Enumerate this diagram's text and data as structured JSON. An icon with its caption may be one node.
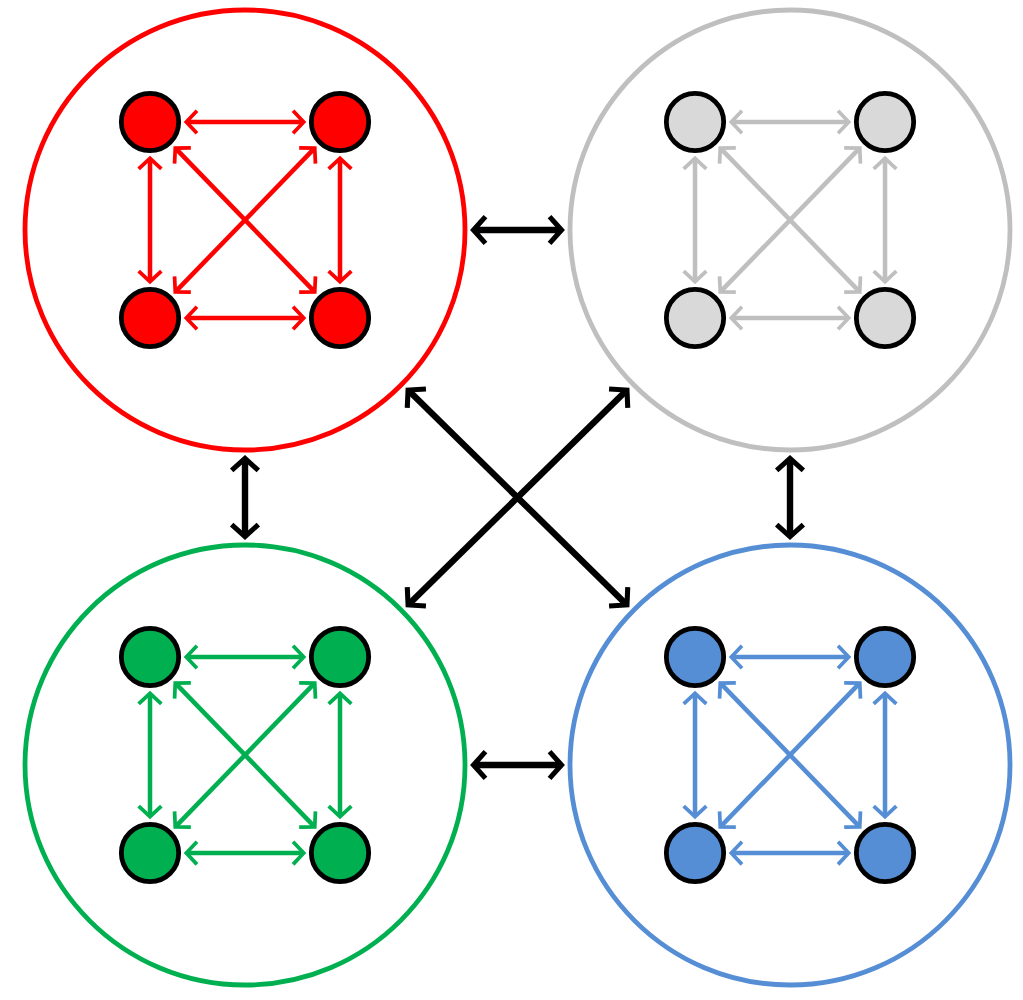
{
  "diagram": {
    "nodes": [
      {
        "text": [],
        "shape": "circle"
      },
      {
        "text": [],
        "shape": "circle",
        "in": 0
      },
      {
        "text": [],
        "shape": "circle",
        "in": 0
      },
      {
        "text": [],
        "shape": "circle",
        "in": 0
      },
      {
        "text": [],
        "shape": "circle",
        "in": 0
      },
      {
        "text": [],
        "shape": "circle"
      },
      {
        "text": [],
        "shape": "circle",
        "in": 5
      },
      {
        "text": [],
        "shape": "circle",
        "in": 5
      },
      {
        "text": [],
        "shape": "circle",
        "in": 5
      },
      {
        "text": [],
        "shape": "circle",
        "in": 5
      },
      {
        "text": [],
        "shape": "circle"
      },
      {
        "text": [],
        "shape": "circle",
        "in": 10
      },
      {
        "text": [],
        "shape": "circle",
        "in": 10
      },
      {
        "text": [],
        "shape": "circle",
        "in": 10
      },
      {
        "text": [],
        "shape": "circle",
        "in": 10
      },
      {
        "text": [],
        "shape": "circle"
      },
      {
        "text": [],
        "shape": "circle",
        "in": 15
      },
      {
        "text": [],
        "shape": "circle",
        "in": 15
      },
      {
        "text": [],
        "shape": "circle",
        "in": 15
      },
      {
        "text": [],
        "shape": "circle",
        "in": 15
      }
    ],
    "edges": [
      {
        "from": 1,
        "to": 2,
        "arrow": "both",
        "color": "#ff0000"
      },
      {
        "from": 1,
        "to": 3,
        "arrow": "both",
        "color": "#ff0000"
      },
      {
        "from": 1,
        "to": 4,
        "arrow": "both",
        "color": "#ff0000"
      },
      {
        "from": 2,
        "to": 3,
        "arrow": "both",
        "color": "#ff0000"
      },
      {
        "from": 2,
        "to": 4,
        "arrow": "both",
        "color": "#ff0000"
      },
      {
        "from": 3,
        "to": 4,
        "arrow": "both",
        "color": "#ff0000"
      },
      {
        "from": 6,
        "to": 7,
        "arrow": "both",
        "color": "#bfbfbf"
      },
      {
        "from": 6,
        "to": 8,
        "arrow": "both",
        "color": "#bfbfbf"
      },
      {
        "from": 6,
        "to": 9,
        "arrow": "both",
        "color": "#bfbfbf"
      },
      {
        "from": 7,
        "to": 8,
        "arrow": "both",
        "color": "#bfbfbf"
      },
      {
        "from": 7,
        "to": 9,
        "arrow": "both",
        "color": "#bfbfbf"
      },
      {
        "from": 8,
        "to": 9,
        "arrow": "both",
        "color": "#bfbfbf"
      },
      {
        "from": 11,
        "to": 12,
        "arrow": "both",
        "color": "#00b050"
      },
      {
        "from": 11,
        "to": 13,
        "arrow": "both",
        "color": "#00b050"
      },
      {
        "from": 11,
        "to": 14,
        "arrow": "both",
        "color": "#00b050"
      },
      {
        "from": 12,
        "to": 13,
        "arrow": "both",
        "color": "#00b050"
      },
      {
        "from": 12,
        "to": 14,
        "arrow": "both",
        "color": "#00b050"
      },
      {
        "from": 13,
        "to": 14,
        "arrow": "both",
        "color": "#00b050"
      },
      {
        "from": 16,
        "to": 17,
        "arrow": "both",
        "color": "#558ed5"
      },
      {
        "from": 16,
        "to": 18,
        "arrow": "both",
        "color": "#558ed5"
      },
      {
        "from": 16,
        "to": 19,
        "arrow": "both",
        "color": "#558ed5"
      },
      {
        "from": 17,
        "to": 18,
        "arrow": "both",
        "color": "#558ed5"
      },
      {
        "from": 17,
        "to": 19,
        "arrow": "both",
        "color": "#558ed5"
      },
      {
        "from": 18,
        "to": 19,
        "arrow": "both",
        "color": "#558ed5"
      },
      {
        "from": 0,
        "to": 5,
        "arrow": "both",
        "color": "#000000"
      },
      {
        "from": 0,
        "to": 10,
        "arrow": "both",
        "color": "#000000"
      },
      {
        "from": 5,
        "to": 15,
        "arrow": "both",
        "color": "#000000"
      },
      {
        "from": 10,
        "to": 15,
        "arrow": "both",
        "color": "#000000"
      },
      {
        "from": 0,
        "to": 15,
        "arrow": "both",
        "color": "#000000"
      },
      {
        "from": 5,
        "to": 10,
        "arrow": "both",
        "color": "#000000"
      }
    ]
  }
}
